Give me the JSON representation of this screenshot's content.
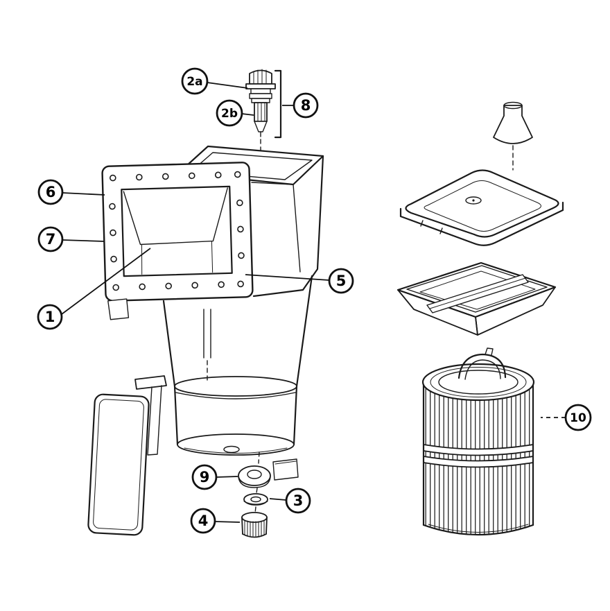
{
  "diagram": {
    "background_color": "#ffffff",
    "line_color": "#1a1a1a",
    "cone_fill": "#c3c3c3"
  },
  "callouts": {
    "n1": {
      "label": "1"
    },
    "n2a": {
      "label": "2a"
    },
    "n2b": {
      "label": "2b"
    },
    "n3": {
      "label": "3"
    },
    "n4": {
      "label": "4"
    },
    "n5": {
      "label": "5"
    },
    "n6": {
      "label": "6"
    },
    "n7": {
      "label": "7"
    },
    "n8": {
      "label": "8"
    },
    "n9": {
      "label": "9"
    },
    "n10": {
      "label": "10"
    }
  }
}
